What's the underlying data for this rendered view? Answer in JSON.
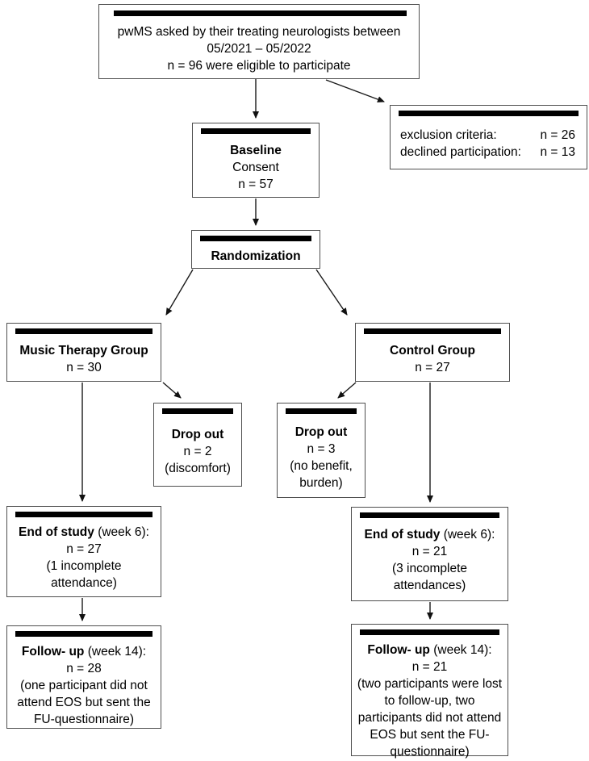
{
  "colors": {
    "title_bar": "#000000",
    "box_border": "#4f4f4f",
    "background": "#ffffff",
    "text": "#000000"
  },
  "diagram": {
    "top": {
      "line1": "pwMS asked by their treating neurologists between",
      "line2": "05/2021 – 05/2022",
      "line3": "n = 96 were eligible to participate"
    },
    "exclusion": {
      "row1_label": "exclusion criteria:",
      "row1_value": "n = 26",
      "row2_label": "declined participation:",
      "row2_value": "n = 13"
    },
    "baseline": {
      "title": "Baseline",
      "line2": "Consent",
      "line3": "n = 57"
    },
    "randomization": {
      "title": "Randomization"
    },
    "music_group": {
      "title": "Music Therapy Group",
      "n": "n = 30"
    },
    "control_group": {
      "title": "Control Group",
      "n": "n = 27"
    },
    "dropout_music": {
      "title": "Drop out",
      "n": "n = 2",
      "note": "(discomfort)"
    },
    "dropout_control": {
      "title": "Drop out",
      "n": "n = 3",
      "note": "(no benefit, burden)"
    },
    "eos_music": {
      "title": "End of study",
      "suffix": " (week 6):",
      "n": "n = 27",
      "note": "(1 incomplete attendance)"
    },
    "eos_control": {
      "title": "End of study",
      "suffix": " (week 6):",
      "n": "n = 21",
      "note": "(3 incomplete attendances)"
    },
    "fu_music": {
      "title": "Follow- up",
      "suffix": " (week 14):",
      "n": "n = 28",
      "note": "(one participant did not attend EOS but sent the FU-questionnaire)"
    },
    "fu_control": {
      "title": "Follow- up",
      "suffix": " (week 14):",
      "n": "n = 21",
      "note": "(two participants were lost to follow-up, two participants did not attend EOS but sent the FU-questionnaire)"
    }
  }
}
